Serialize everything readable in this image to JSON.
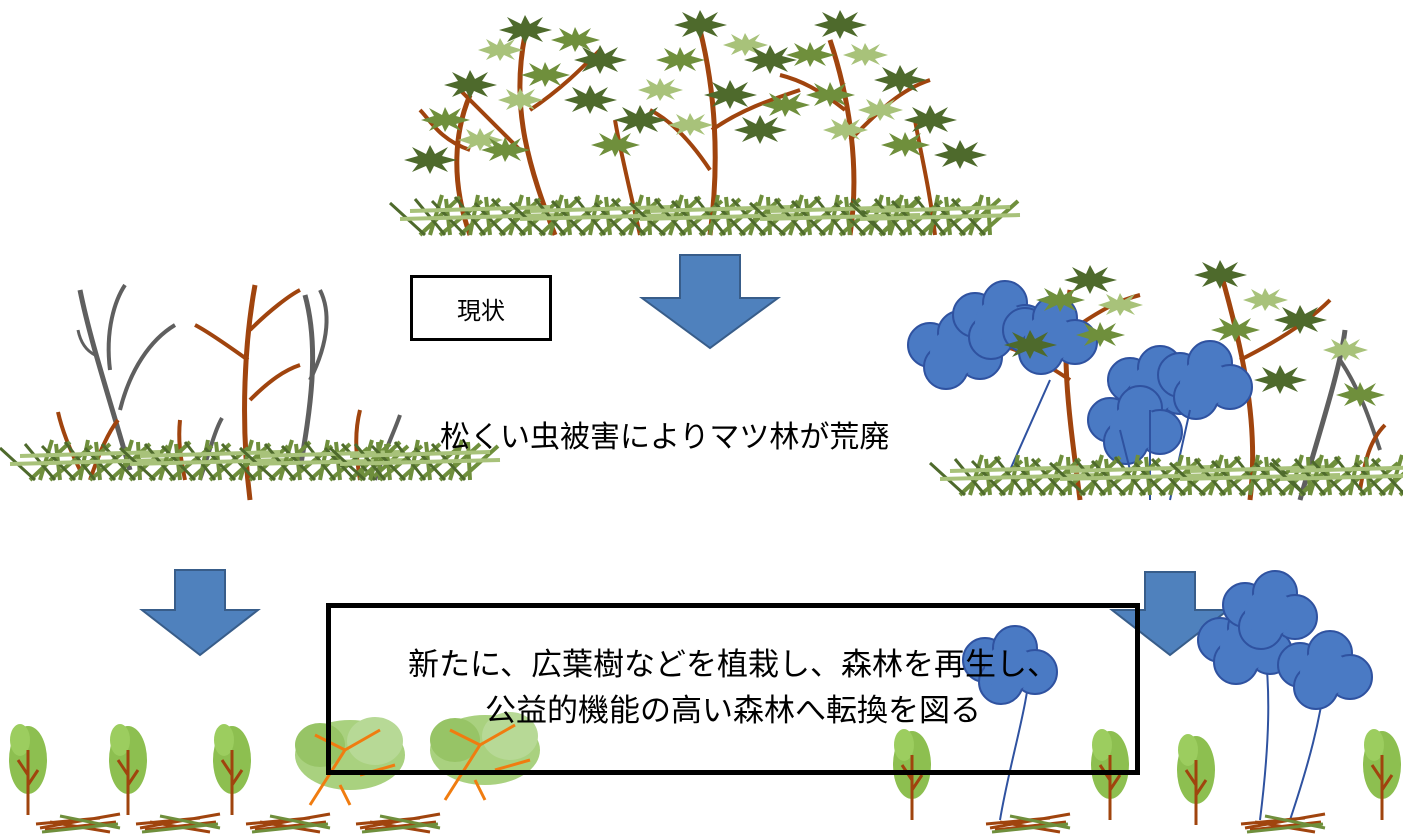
{
  "labels": {
    "status": "現状",
    "damage": "松くい虫被害によりマツ林が荒廃",
    "plan_line1": "新たに、広葉樹などを植栽し、森林を再生し、",
    "plan_line2": "公益的機能の高い森林へ転換を図る"
  },
  "colors": {
    "pine_dark": "#4e6a2c",
    "pine_mid": "#6f8f3c",
    "pine_light": "#a8c27a",
    "trunk": "#a0440e",
    "dead_trunk": "#5f5f5f",
    "broadleaf_blue": "#4a7ac4",
    "broadleaf_stem": "#2f52a0",
    "sapling_green": "#8dbf50",
    "shrub_green": "#a9d17f",
    "orange_branch": "#f07c10",
    "arrow_fill": "#4f81bd",
    "arrow_stroke": "#385d8a"
  }
}
